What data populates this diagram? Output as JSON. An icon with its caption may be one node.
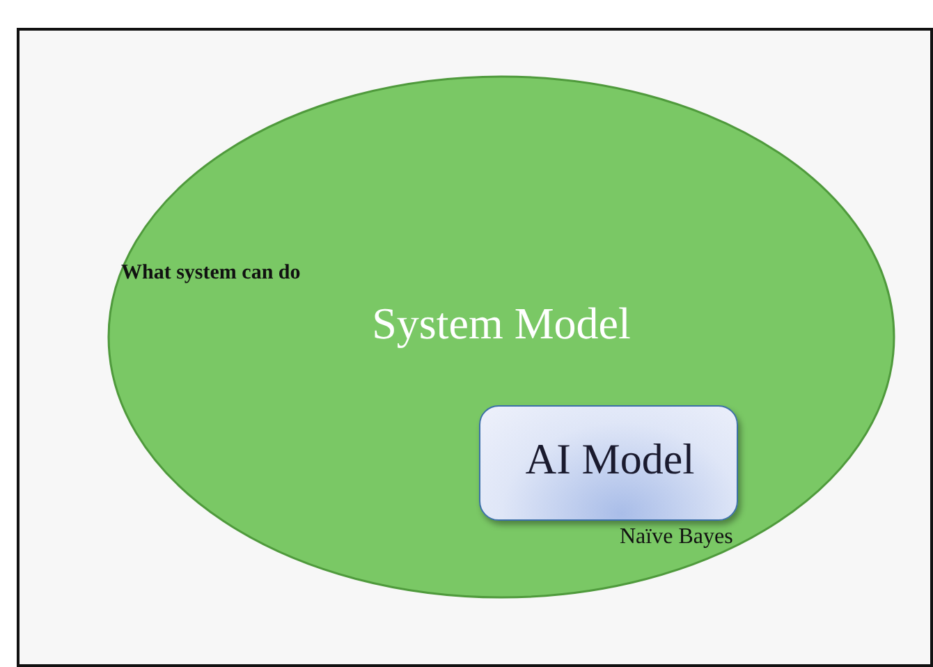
{
  "diagram": {
    "nodes": [
      {
        "text": [
          "What system can do",
          "System Model"
        ]
      },
      {
        "text": [
          "AI Model"
        ],
        "in": 0,
        "beside": [
          "Naïve Bayes"
        ]
      }
    ]
  }
}
